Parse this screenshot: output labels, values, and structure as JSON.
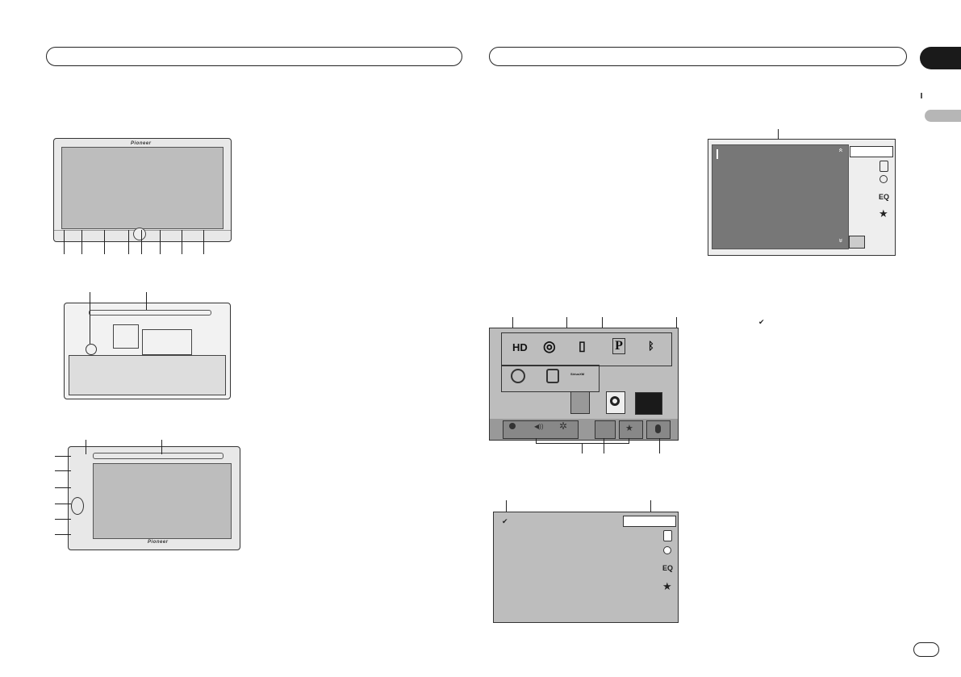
{
  "brand": "Pioneer",
  "glyphs": {
    "hd": "HD",
    "disc": "◎",
    "usb": "▯",
    "pandora": "P",
    "bluetooth": "ᛒ",
    "siriusxm": "SiriusXM",
    "up": "«",
    "down": "»",
    "eq": "EQ",
    "star": "★",
    "check": "✔",
    "speaker": "◀))",
    "gear": "✲"
  },
  "colors": {
    "screen_gray": "#bdbdbd",
    "dark_gray": "#777777",
    "tab_black": "#1a1a1a",
    "tab_gray": "#b6b6b6"
  }
}
